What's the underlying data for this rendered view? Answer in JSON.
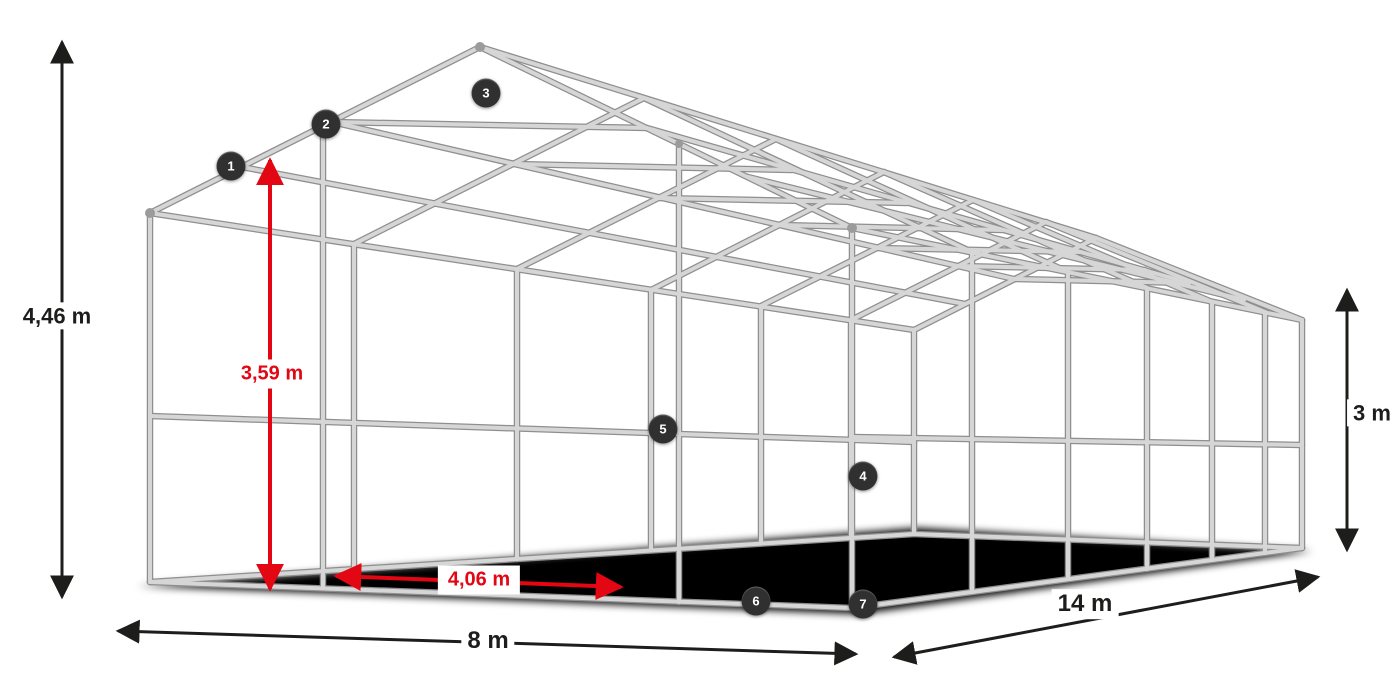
{
  "diagram": {
    "dimensions": {
      "total_height": "4,46 m",
      "inner_height": "3,59 m",
      "side_height": "3 m",
      "front_width": "8 m",
      "side_length": "14 m",
      "entrance_width": "4,06 m"
    },
    "markers": [
      "1",
      "2",
      "3",
      "4",
      "5",
      "6",
      "7"
    ]
  },
  "colors": {
    "accent-red": "#e30613",
    "dim-black": "#1d1d1b",
    "marker-bg": "#303030",
    "marker-text": "#ffffff",
    "frame-light": "#d6d6d6",
    "frame-dark": "#8f8f8f",
    "shadow-black": "#000000",
    "background": "#ffffff"
  }
}
